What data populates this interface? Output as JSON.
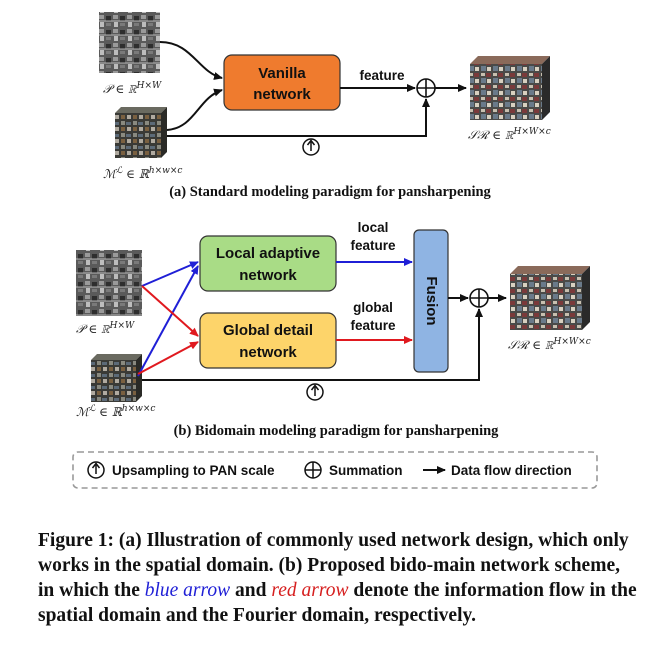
{
  "panel_a": {
    "box_label_line1": "Vanilla",
    "box_label_line2": "network",
    "feature_label": "feature",
    "pan_label": "𝒫 ∈ ℝ^{H×W}",
    "ms_label": "ℳ^ℒ ∈ ℝ^{h×w×c}",
    "sr_label": "𝒮ℛ ∈ ℝ^{H×W×c}",
    "caption": "(a) Standard modeling paradigm for pansharpening",
    "box_color": "#ef7b2e"
  },
  "panel_b": {
    "local_box_line1": "Local adaptive",
    "local_box_line2": "network",
    "global_box_line1": "Global detail",
    "global_box_line2": "network",
    "fusion_label": "Fusion",
    "local_feature_line1": "local",
    "local_feature_line2": "feature",
    "global_feature_line1": "global",
    "global_feature_line2": "feature",
    "pan_label": "𝒫 ∈ ℝ^{H×W}",
    "ms_label": "ℳ^ℒ ∈ ℝ^{h×w×c}",
    "sr_label": "𝒮ℛ ∈ ℝ^{H×W×c}",
    "caption": "(b) Bidomain modeling paradigm for pansharpening",
    "local_color": "#a9dc86",
    "global_color": "#fdd46a",
    "fusion_color": "#8fb4e3",
    "blue_arrow_color": "#1f1fd6",
    "red_arrow_color": "#e0191f"
  },
  "legend": {
    "upsample": "Upsampling to PAN scale",
    "summation": "Summation",
    "flow": "Data flow direction"
  },
  "figure_caption": {
    "part1": "Figure 1: (a) Illustration of commonly used network design, which only works in the spatial domain. (b) Proposed bido-main network scheme, in which the ",
    "blue_text": "blue arrow",
    "part2": " and ",
    "red_text": "red arrow",
    "part3": " denote the information flow in the spatial domain and the Fourier domain, respectively."
  }
}
